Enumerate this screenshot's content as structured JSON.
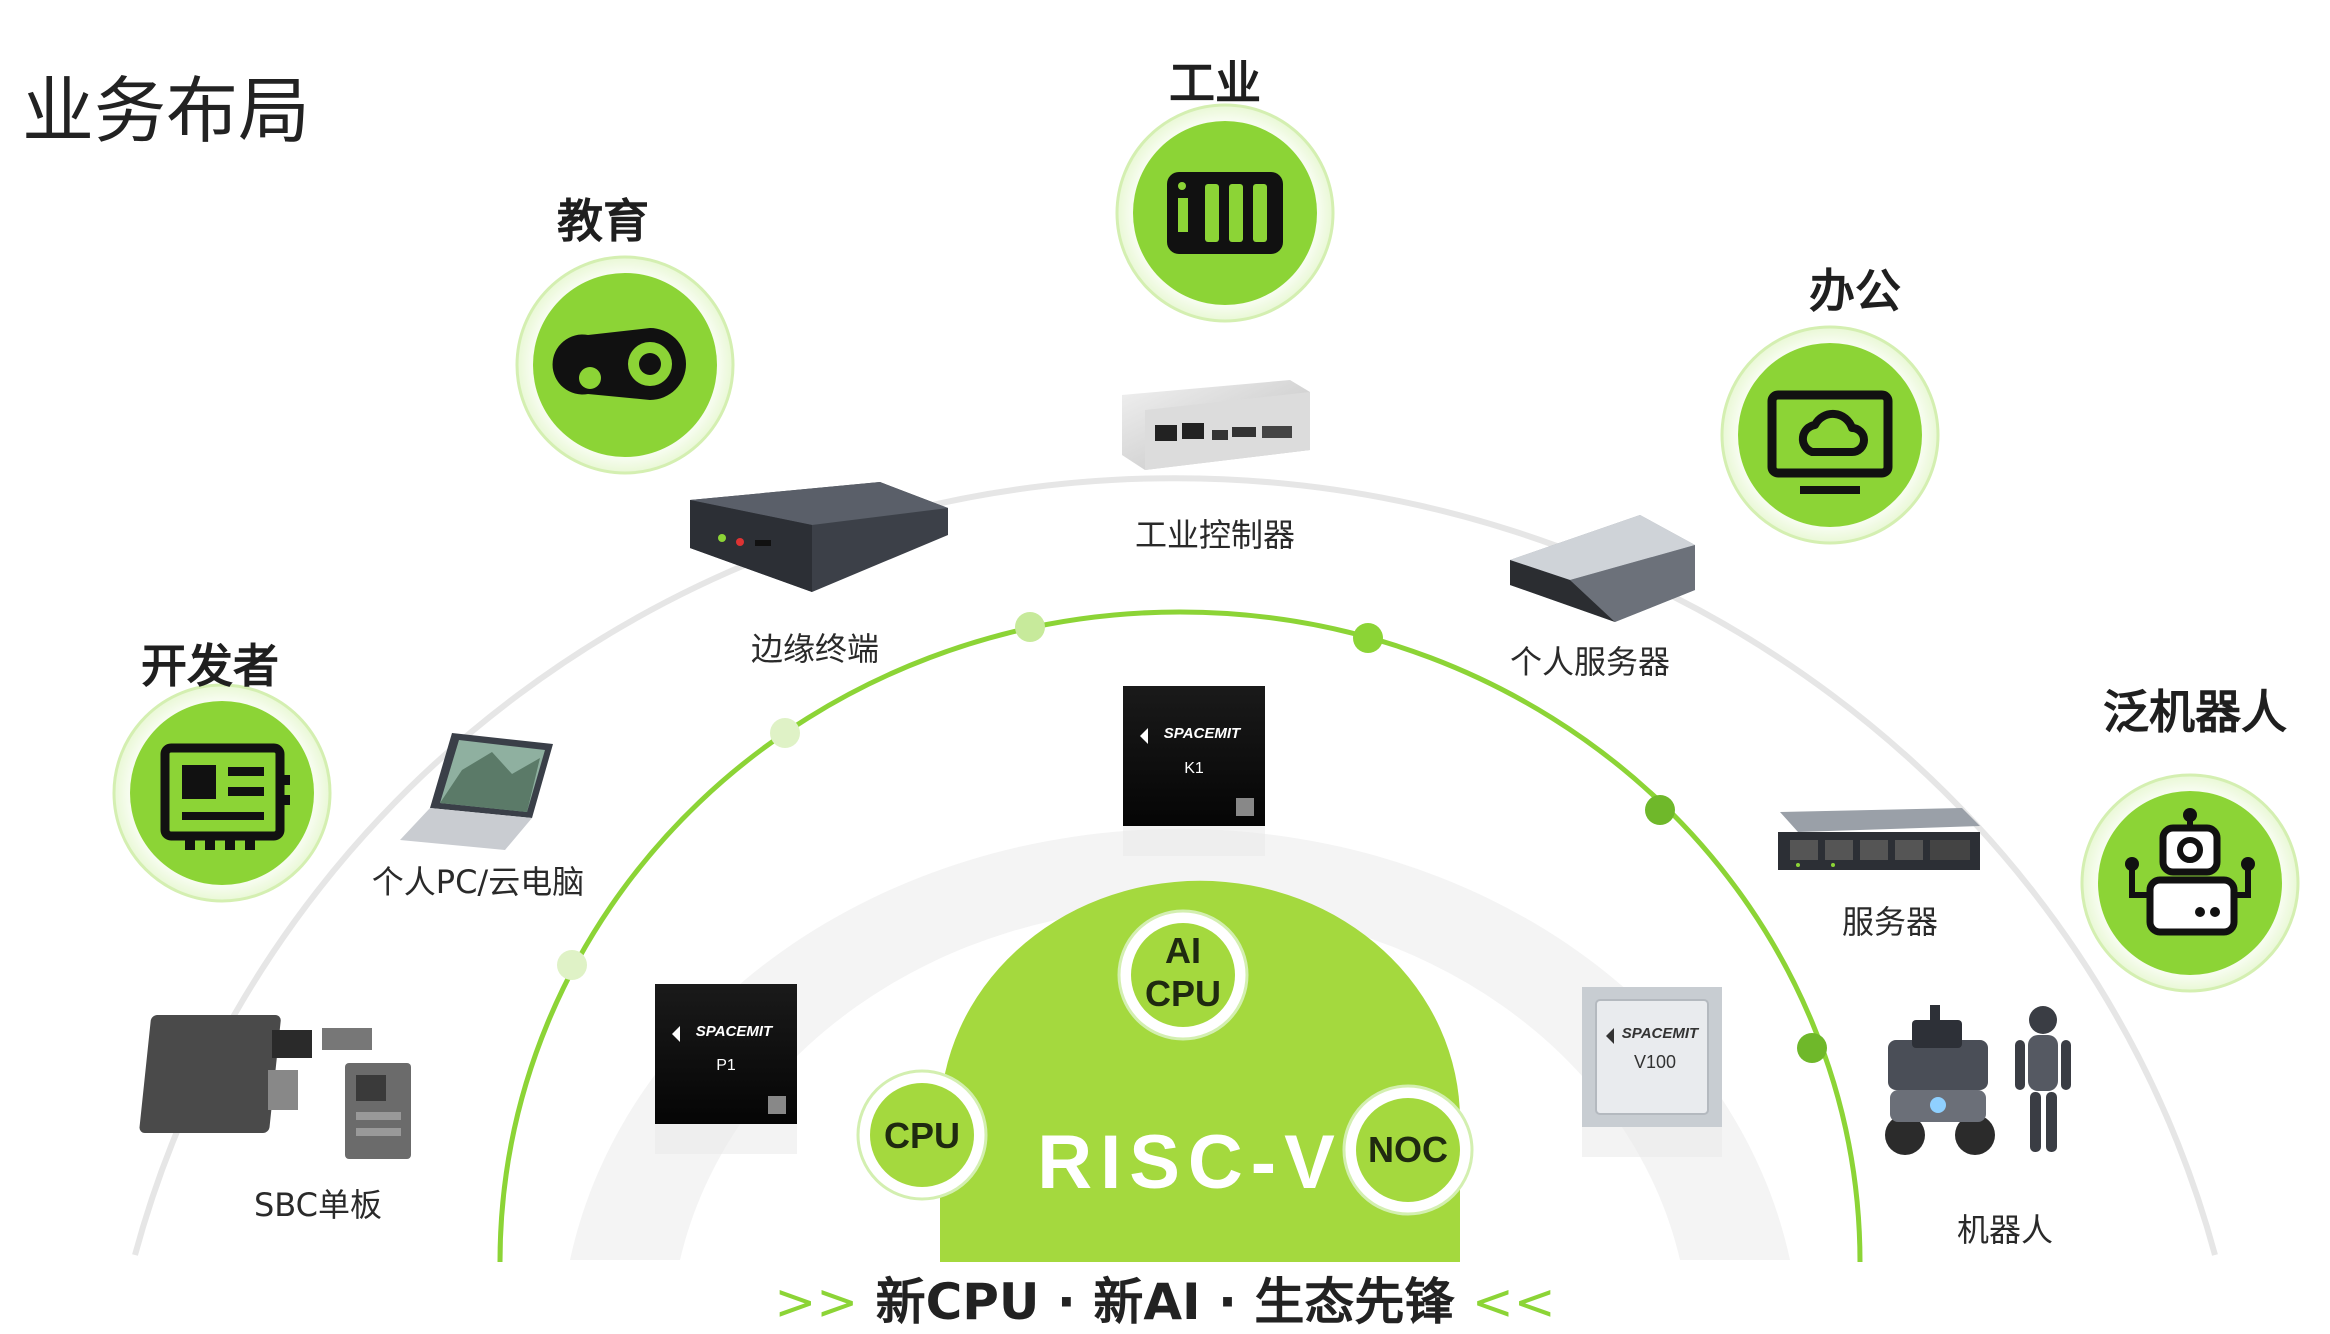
{
  "title": "业务布局",
  "categories": {
    "developer": "开发者",
    "education": "教育",
    "industry": "工业",
    "office": "办公",
    "robotics": "泛机器人"
  },
  "products": {
    "sbc": "SBC单板",
    "pc": "个人PC/云电脑",
    "edge": "边缘终端",
    "controller": "工业控制器",
    "personal_server": "个人服务器",
    "server": "服务器",
    "robot": "机器人"
  },
  "chips": {
    "brand": "SPACEMIT",
    "k1": "K1",
    "p1": "P1",
    "v100": "V100"
  },
  "core": {
    "name": "RISC-V",
    "cpu": "CPU",
    "ai_cpu_line1": "AI",
    "ai_cpu_line2": "CPU",
    "noc": "NOC"
  },
  "slogan": {
    "text": "新CPU · 新AI · 生态先锋",
    "left_arrows": ">>",
    "right_arrows": "<<"
  },
  "colors": {
    "accent": "#8cd436",
    "accent_dark": "#6fb82a",
    "dark_icon": "#111111",
    "arc_gray": "#e3e3e3"
  }
}
